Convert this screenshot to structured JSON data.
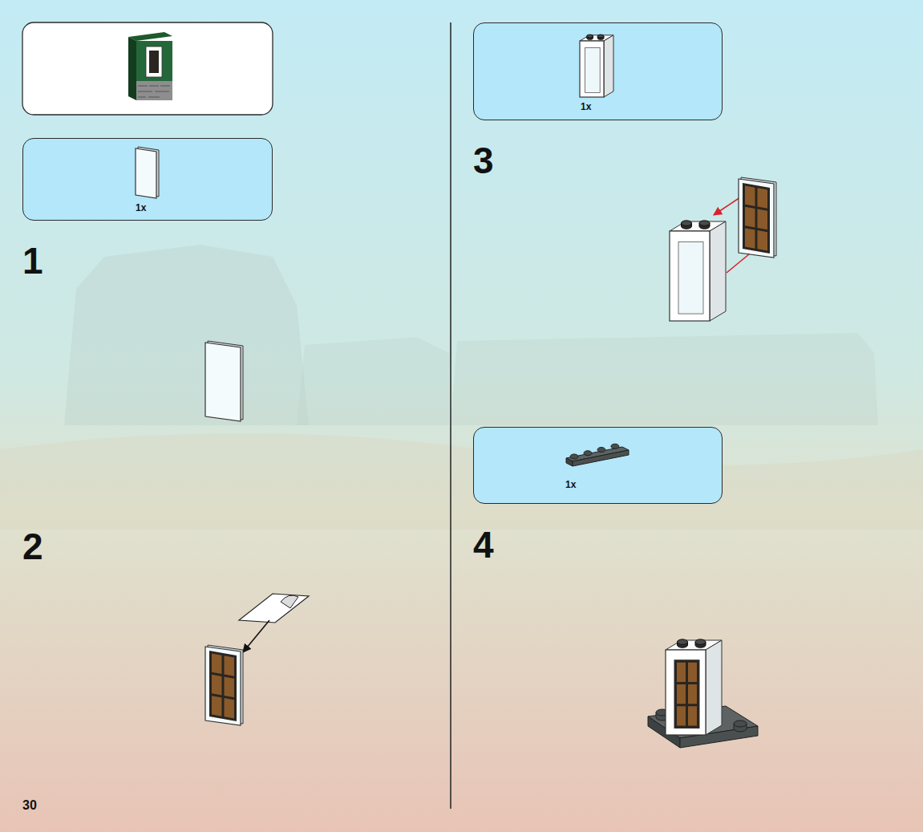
{
  "diagram": {
    "nodes": [
      {
        "text": [
          "1x"
        ]
      },
      {
        "text": [
          "1x"
        ]
      },
      {
        "text": [
          "1x"
        ]
      }
    ],
    "labels": [
      "1",
      "2",
      "3",
      "4",
      "30"
    ]
  }
}
